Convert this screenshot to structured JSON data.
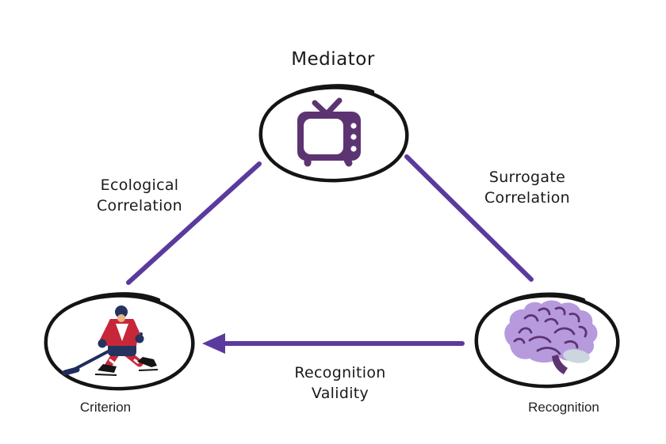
{
  "title": "Mediator",
  "nodes": {
    "mediator": {
      "icon": "tv-icon"
    },
    "criterion": {
      "label": "Criterion",
      "icon": "hockey-player-icon"
    },
    "recognition": {
      "label": "Recognition",
      "icon": "brain-icon"
    }
  },
  "edges": {
    "ecological": {
      "line1": "Ecological",
      "line2": "Correlation"
    },
    "surrogate": {
      "line1": "Surrogate",
      "line2": "Correlation"
    },
    "recognition_validity": {
      "line1": "Recognition",
      "line2": "Validity"
    }
  },
  "colors": {
    "edge_purple": "#5b3a9e",
    "tv_purple": "#5d3472",
    "brain_fill": "#b79ade",
    "brain_detail": "#5d3472",
    "cerebellum_gray": "#ccd6de",
    "outline_black": "#141414",
    "jersey_red": "#c6283a",
    "gear_navy": "#26335f"
  }
}
